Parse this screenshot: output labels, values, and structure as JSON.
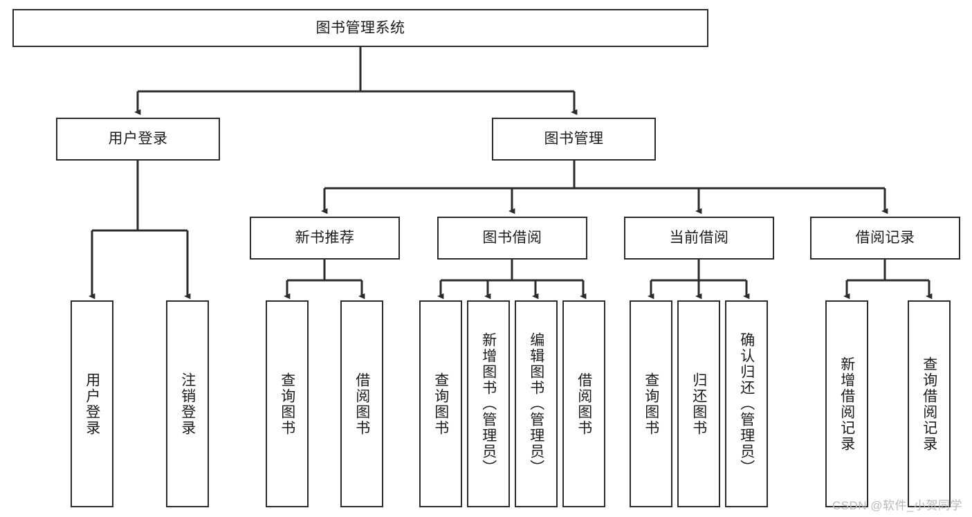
{
  "diagram": {
    "type": "tree",
    "title": "图书管理系统",
    "orientation": "top-down",
    "colors": {
      "stroke": "#2b2b2b",
      "box_fill": "#ffffff",
      "text": "#1b1b1b",
      "watermark": "#b9b9b9",
      "background": "#ffffff"
    },
    "root": {
      "label": "图书管理系统",
      "text_direction": "horizontal"
    },
    "level2": [
      {
        "label": "用户登录",
        "text_direction": "horizontal"
      },
      {
        "label": "图书管理",
        "text_direction": "horizontal"
      }
    ],
    "level3": [
      {
        "label": "新书推荐",
        "text_direction": "horizontal"
      },
      {
        "label": "图书借阅",
        "text_direction": "horizontal"
      },
      {
        "label": "当前借阅",
        "text_direction": "horizontal"
      },
      {
        "label": "借阅记录",
        "text_direction": "horizontal"
      }
    ],
    "leaves": {
      "user_login": [
        {
          "label": "用户登录",
          "text_direction": "vertical"
        },
        {
          "label": "注销登录",
          "text_direction": "vertical"
        }
      ],
      "new_book_recommend": [
        {
          "label": "查询图书",
          "text_direction": "vertical"
        },
        {
          "label": "借阅图书",
          "text_direction": "vertical"
        }
      ],
      "book_borrow": [
        {
          "label": "查询图书",
          "text_direction": "vertical"
        },
        {
          "label": "新增图书（管理员）",
          "text_direction": "vertical"
        },
        {
          "label": "编辑图书（管理员）",
          "text_direction": "vertical"
        },
        {
          "label": "借阅图书",
          "text_direction": "vertical"
        }
      ],
      "current_borrow": [
        {
          "label": "查询图书",
          "text_direction": "vertical"
        },
        {
          "label": "归还图书",
          "text_direction": "vertical"
        },
        {
          "label": "确认归还（管理员）",
          "text_direction": "vertical"
        }
      ],
      "borrow_record": [
        {
          "label": "新增借阅记录",
          "text_direction": "vertical"
        },
        {
          "label": "查询借阅记录",
          "text_direction": "vertical"
        }
      ]
    }
  },
  "watermark": {
    "text": "CSDN @软件_小贺同学"
  }
}
